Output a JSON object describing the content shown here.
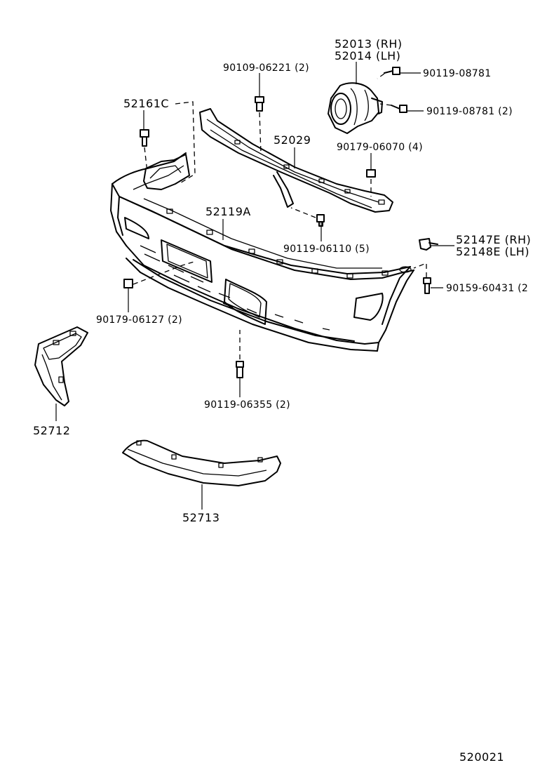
{
  "diagram": {
    "parts": [
      {
        "id": "p-52013",
        "lines": [
          "52013 (RH)",
          "52014 (LH)"
        ]
      },
      {
        "id": "p-90109-06221",
        "lines": [
          "90109-06221 (2)"
        ]
      },
      {
        "id": "p-90119-08781-a",
        "lines": [
          "90119-08781"
        ]
      },
      {
        "id": "p-90119-08781-b",
        "lines": [
          "90119-08781 (2)"
        ]
      },
      {
        "id": "p-52161c",
        "lines": [
          "52161C"
        ]
      },
      {
        "id": "p-52029",
        "lines": [
          "52029"
        ]
      },
      {
        "id": "p-90179-06070",
        "lines": [
          "90179-06070 (4)"
        ]
      },
      {
        "id": "p-52119a",
        "lines": [
          "52119A"
        ]
      },
      {
        "id": "p-90119-06110",
        "lines": [
          "90119-06110 (5)"
        ]
      },
      {
        "id": "p-52147e",
        "lines": [
          "52147E (RH)",
          "52148E (LH)"
        ]
      },
      {
        "id": "p-90159-60431",
        "lines": [
          "90159-60431 (2"
        ]
      },
      {
        "id": "p-90179-06127",
        "lines": [
          "90179-06127 (2)"
        ]
      },
      {
        "id": "p-90119-06355",
        "lines": [
          "90119-06355 (2)"
        ]
      },
      {
        "id": "p-52712",
        "lines": [
          "52712"
        ]
      },
      {
        "id": "p-52713",
        "lines": [
          "52713"
        ]
      }
    ],
    "diagram_code": "520021"
  }
}
